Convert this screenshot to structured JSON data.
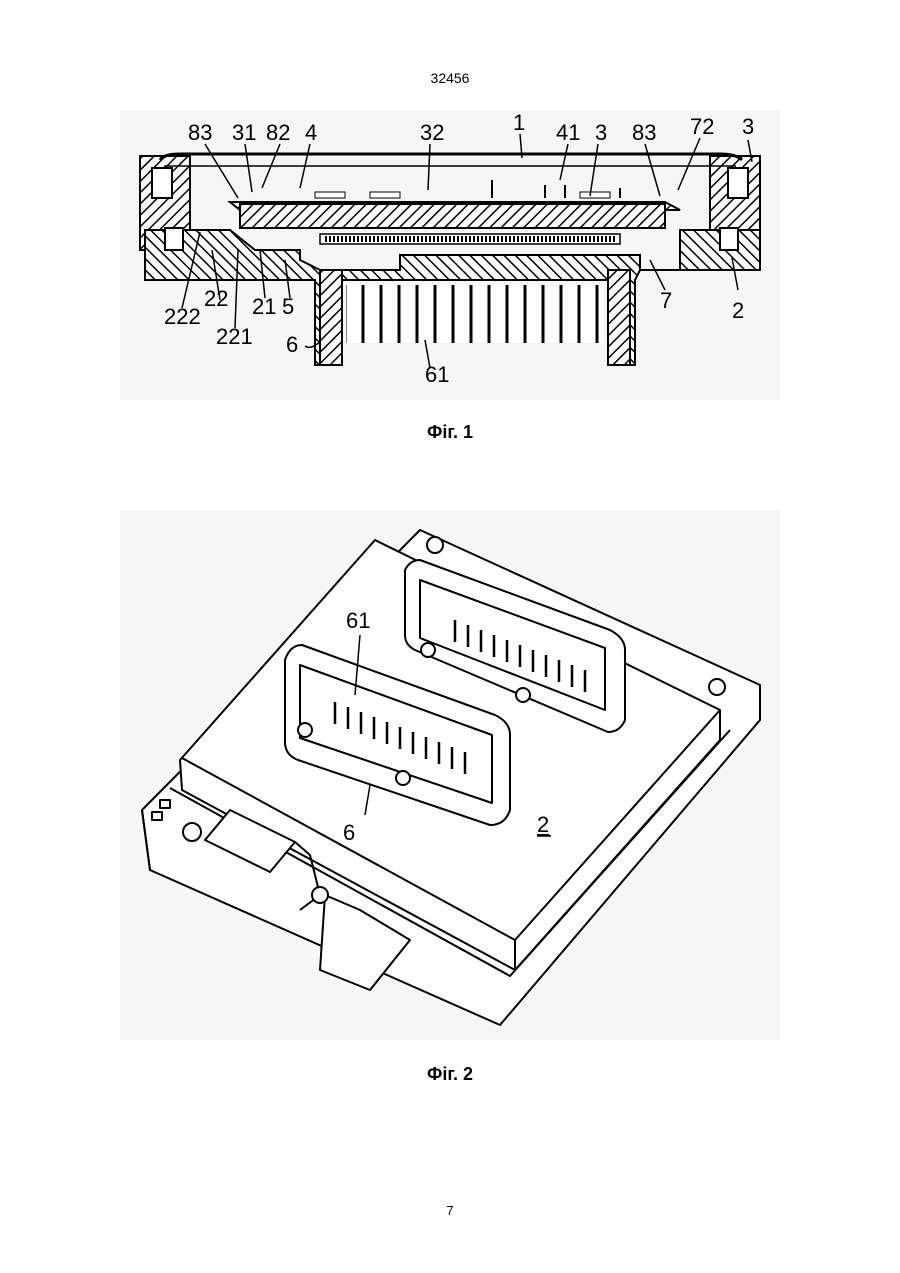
{
  "header": {
    "document_number": "32456"
  },
  "figure1": {
    "caption": "Фіг. 1",
    "labels": {
      "l83a": "83",
      "l31": "31",
      "l82": "82",
      "l4": "4",
      "l32": "32",
      "l1": "1",
      "l41": "41",
      "l3a": "3",
      "l83b": "83",
      "l72": "72",
      "l3b": "3",
      "l222": "222",
      "l22": "22",
      "l221": "221",
      "l21": "21",
      "l5": "5",
      "l6": "6",
      "l61": "61",
      "l7": "7",
      "l2": "2"
    }
  },
  "figure2": {
    "caption": "Фіг. 2",
    "labels": {
      "l61": "61",
      "l6": "6",
      "l2": "2"
    }
  },
  "footer": {
    "page_number": "7"
  }
}
